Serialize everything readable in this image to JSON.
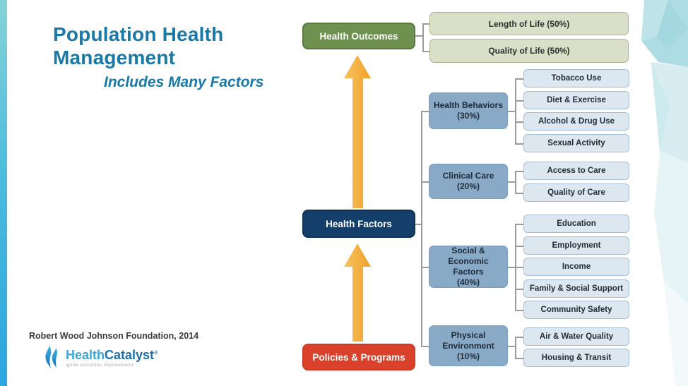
{
  "slide": {
    "title_line1": "Population Health",
    "title_line2": "Management",
    "subtitle": "Includes Many Factors",
    "citation": "Robert Wood Johnson Foundation, 2014",
    "logo": {
      "word1": "Health",
      "word2": "Catalyst",
      "reg_mark": "®",
      "tagline": "ignite outcomes improvement"
    }
  },
  "diagram": {
    "outcomes": {
      "label": "Health Outcomes",
      "children": [
        "Length of Life (50%)",
        "Quality of Life (50%)"
      ]
    },
    "factors": {
      "label": "Health Factors",
      "categories": [
        {
          "label": "Health Behaviors",
          "pct": "(30%)",
          "children": [
            "Tobacco Use",
            "Diet & Exercise",
            "Alcohol & Drug Use",
            "Sexual Activity"
          ]
        },
        {
          "label": "Clinical Care",
          "pct": "(20%)",
          "children": [
            "Access to Care",
            "Quality of Care"
          ]
        },
        {
          "label": "Social & Economic Factors",
          "pct": "(40%)",
          "children": [
            "Education",
            "Employment",
            "Income",
            "Family & Social Support",
            "Community Safety"
          ]
        },
        {
          "label": "Physical Environment",
          "pct": "(10%)",
          "children": [
            "Air & Water Quality",
            "Housing & Transit"
          ]
        }
      ]
    },
    "policies": {
      "label": "Policies & Programs"
    },
    "colors": {
      "accent_teal": "#2aa5de",
      "title_teal": "#1879a7",
      "outcomes_green": "#6e9150",
      "outcomes_child_green": "#d9e0c7",
      "factors_navy": "#143f6a",
      "policies_red": "#d9412b",
      "arrow_orange": "#f2a737",
      "category_blue": "#88aac7",
      "child_blue": "#dce7ef",
      "connector_gray": "#9b9b9b"
    }
  }
}
